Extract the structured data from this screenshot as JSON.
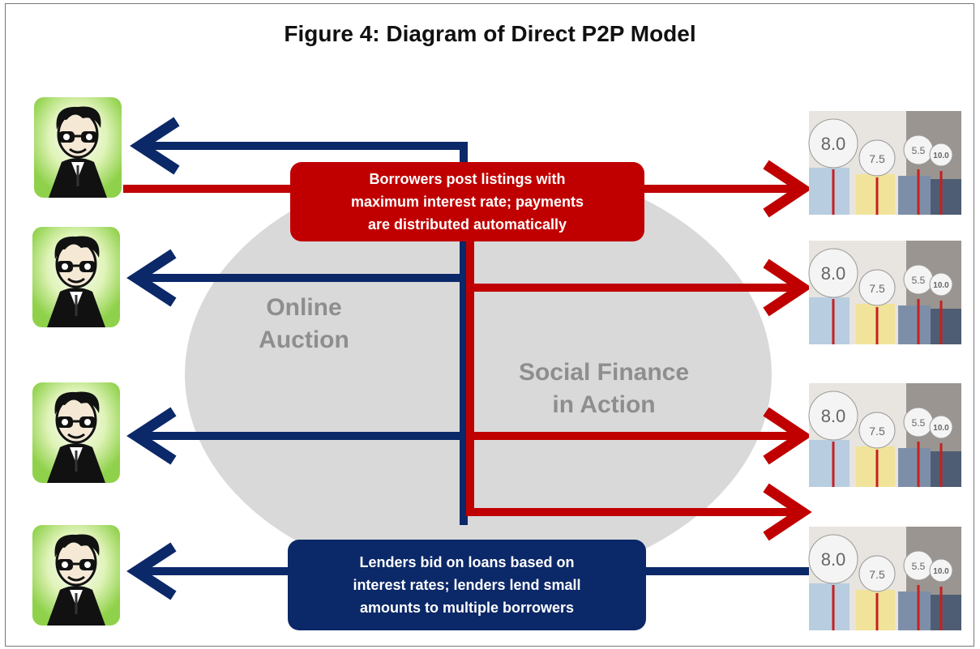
{
  "title": "Figure 4: Diagram of Direct P2P Model",
  "borrower_box": "Borrowers post listings with\nmaximum interest rate; payments\nare distributed automatically",
  "lender_box": "Lenders bid on loans based on\ninterest rates; lenders lend small\namounts to multiple borrowers",
  "oval_labels": {
    "online": "Online\nAuction",
    "social": "Social Finance\nin Action"
  },
  "sign_numbers": [
    "8.0",
    "7.5",
    "5.5",
    "10.0"
  ],
  "colors": {
    "red": "#c00000",
    "navy": "#0b2868",
    "oval": "#d9d9d9",
    "oval_text": "#8e8e8e",
    "avatar_green": "#8fd14a"
  },
  "icons": {
    "borrower_avatar": "cartoon-man-sunglasses-icon",
    "lender_photo": "people-holding-rate-signs-image"
  }
}
